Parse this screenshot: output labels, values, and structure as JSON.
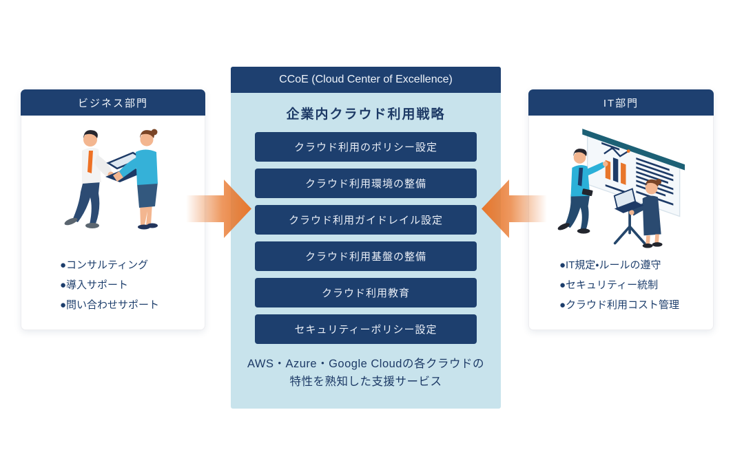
{
  "left_card": {
    "title": "ビジネス部門",
    "bullets": [
      "●コンサルティング",
      "●導入サポート",
      "●問い合わせサポート"
    ],
    "illustration": "two-people-handing-over-laptop"
  },
  "center_panel": {
    "header": "CCoE (Cloud Center of Excellence)",
    "title": "企業内クラウド利用戦略",
    "items": [
      "クラウド利用のポリシー設定",
      "クラウド利用環境の整備",
      "クラウド利用ガイドレイル設定",
      "クラウド利用基盤の整備",
      "クラウド利用教育",
      "セキュリティーポリシー設定"
    ],
    "note_line1": "AWS・Azure・Google Cloudの各クラウドの",
    "note_line2": "特性を熟知した支援サービス"
  },
  "right_card": {
    "title": "IT部門",
    "bullets": [
      "●IT規定・ルールの遵守",
      "●セキュリティー統制",
      "●クラウド利用コスト管理"
    ],
    "illustration": "presentation-board-with-chart-and-two-people"
  },
  "icons": {
    "left_arrow": "arrow-right-icon",
    "right_arrow": "arrow-left-icon",
    "bullet_marker": "filled-circle"
  },
  "colors": {
    "navy": "#1e4070",
    "navy_text": "#1d3a66",
    "light_blue": "#c8e3ec",
    "orange": "#e8762b",
    "cyan_illustration": "#35b1d8",
    "background": "#ffffff"
  }
}
